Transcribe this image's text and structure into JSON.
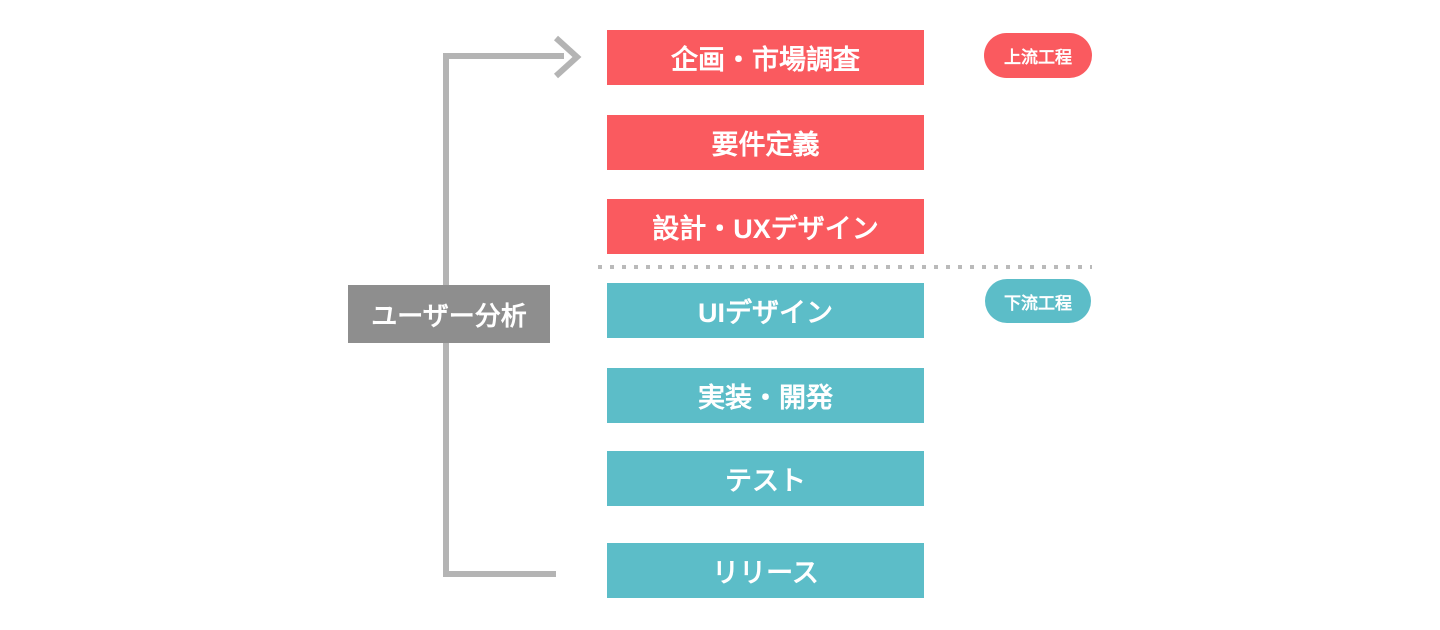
{
  "diagram": {
    "side_label": "ユーザー分析",
    "phases": [
      {
        "label": "企画・市場調査",
        "group": "upstream"
      },
      {
        "label": "要件定義",
        "group": "upstream"
      },
      {
        "label": "設計・UXデザイン",
        "group": "upstream"
      },
      {
        "label": "UIデザイン",
        "group": "downstream"
      },
      {
        "label": "実装・開発",
        "group": "downstream"
      },
      {
        "label": "テスト",
        "group": "downstream"
      },
      {
        "label": "リリース",
        "group": "downstream"
      }
    ],
    "badges": {
      "upstream": "上流工程",
      "downstream": "下流工程"
    },
    "colors": {
      "upstream": "#fa5a5f",
      "downstream": "#5cbdc8",
      "side_box": "#8e8e8e",
      "connector": "#b4b4b4",
      "divider": "#bababa"
    }
  }
}
